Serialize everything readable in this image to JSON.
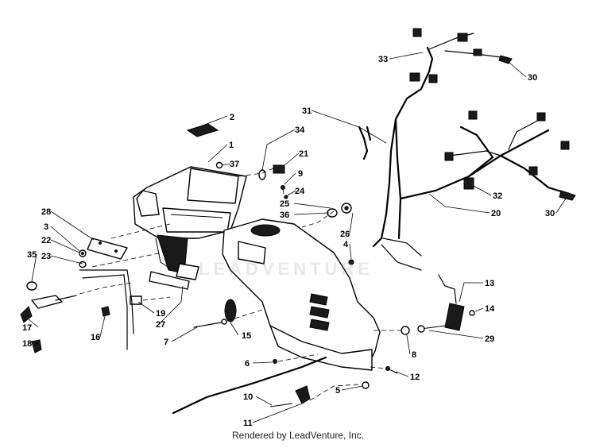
{
  "diagram": {
    "callouts": {
      "c1": "1",
      "c2": "2",
      "c3": "3",
      "c4": "4",
      "c5": "5",
      "c6": "6",
      "c7": "7",
      "c8": "8",
      "c9": "9",
      "c10": "10",
      "c11": "11",
      "c12": "12",
      "c13": "13",
      "c14": "14",
      "c15": "15",
      "c16": "16",
      "c17": "17",
      "c18": "18",
      "c19": "19",
      "c20": "20",
      "c21": "21",
      "c22": "22",
      "c23": "23",
      "c24": "24",
      "c25": "25",
      "c26": "26",
      "c27": "27",
      "c28": "28",
      "c29": "29",
      "c30a": "30",
      "c30b": "30",
      "c31": "31",
      "c32": "32",
      "c33": "33",
      "c34": "34",
      "c35": "35",
      "c36": "36",
      "c37": "37"
    }
  },
  "footer": {
    "text": "Rendered by LeadVenture, Inc."
  },
  "watermark": {
    "text": "LEADVENTURE"
  }
}
